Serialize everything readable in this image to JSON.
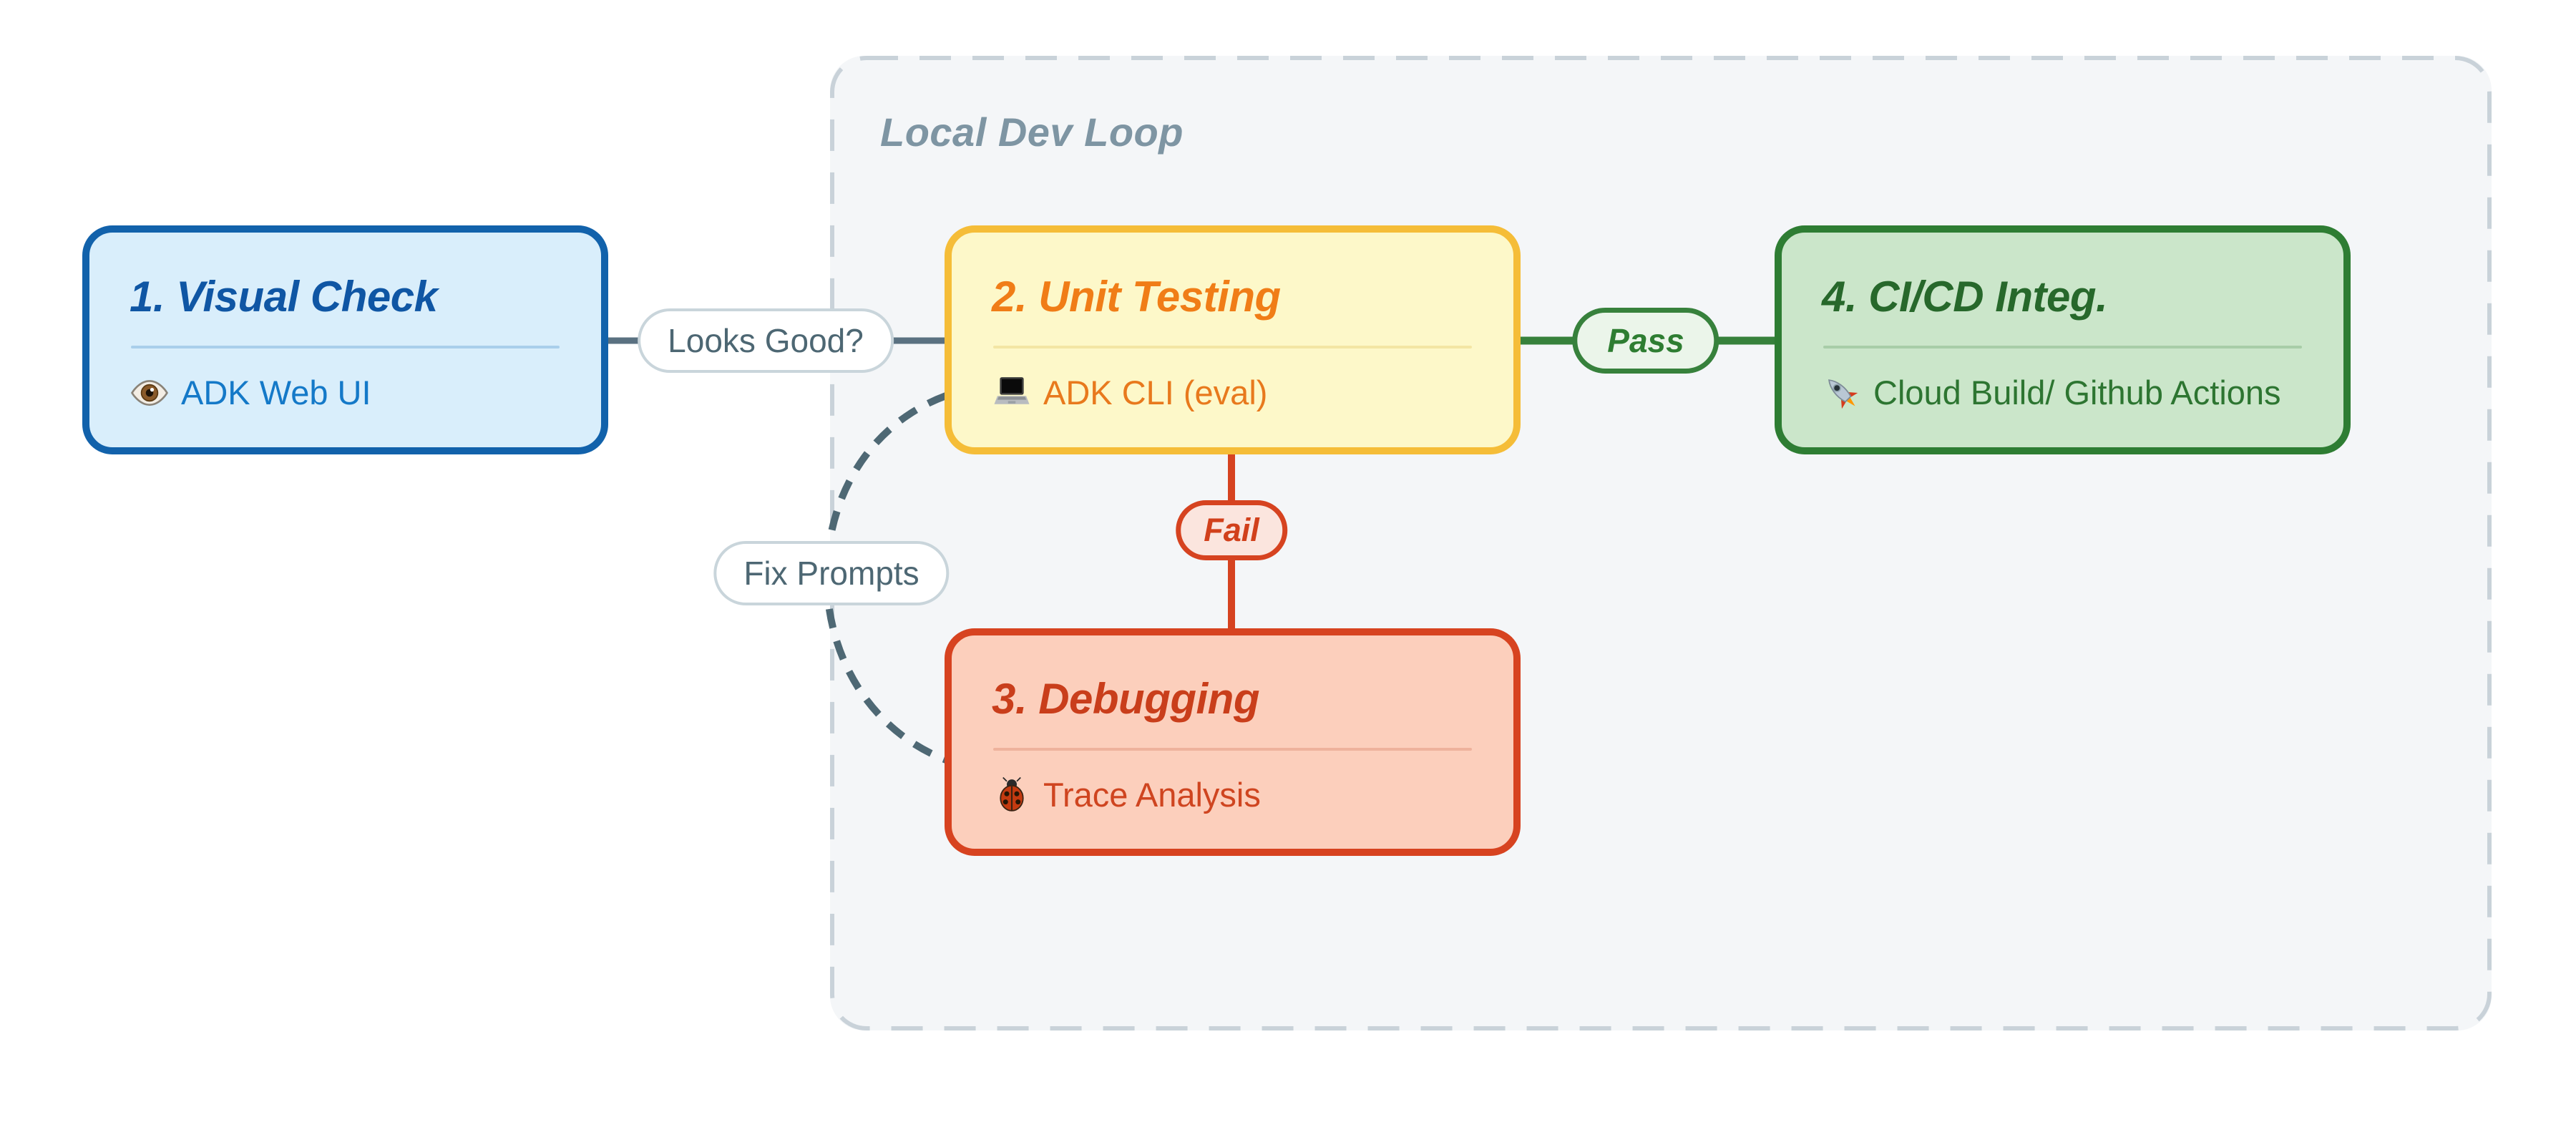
{
  "cluster": {
    "label": "Local Dev Loop"
  },
  "nodes": {
    "visual_check": {
      "title": "1. Visual Check",
      "icon": "eye",
      "body": "ADK Web UI"
    },
    "unit_testing": {
      "title": "2. Unit Testing",
      "icon": "laptop",
      "body": "ADK CLI (eval)"
    },
    "debugging": {
      "title": "3. Debugging",
      "icon": "lady-beetle",
      "body": "Trace Analysis"
    },
    "cicd_integ": {
      "title": "4. CI/CD Integ.",
      "icon": "rocket",
      "body": "Cloud Build/ Github Actions"
    }
  },
  "edges": {
    "looks_good": {
      "label": "Looks Good?",
      "color": "#5a7181"
    },
    "pass": {
      "label": "Pass",
      "color": "#37813c"
    },
    "fail": {
      "label": "Fail",
      "color": "#d64320"
    },
    "fix_prompts": {
      "label": "Fix Prompts",
      "color": "#4e6874"
    }
  },
  "palette": {
    "page_bg": "#ffffff",
    "cluster_bg": "#f4f6f8",
    "cluster_border": "#c9d2d9",
    "cluster_label": "#7e95a3",
    "visual_check": {
      "bg": "#d9eefb",
      "border": "#1262ab",
      "title": "#0f56a4",
      "body": "#1479c8"
    },
    "unit_testing": {
      "bg": "#fdf8c9",
      "border": "#f5bd38",
      "title": "#f07d17",
      "body": "#e8791d"
    },
    "debugging": {
      "bg": "#fccfbc",
      "border": "#d74320",
      "title": "#c93e1b",
      "body": "#cf4520"
    },
    "cicd_integ": {
      "bg": "#cbe6ca",
      "border": "#2e7d33",
      "title": "#27682b",
      "body": "#2d7531"
    }
  }
}
